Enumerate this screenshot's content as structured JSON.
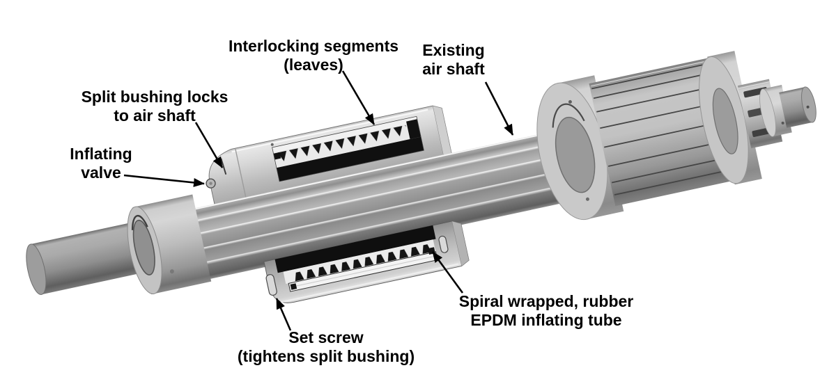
{
  "figure": {
    "background": "#ffffff",
    "text_color": "#000000",
    "labels": {
      "interlocking_segments": {
        "line1": "Interlocking segments",
        "line2": "(leaves)"
      },
      "existing_air_shaft": {
        "line1": "Existing",
        "line2": "air shaft"
      },
      "split_bushing": {
        "line1": "Split bushing locks",
        "line2": "to air shaft"
      },
      "inflating_valve": {
        "line1": "Inflating",
        "line2": "valve"
      },
      "set_screw": {
        "line1": "Set screw",
        "line2": "(tightens split bushing)"
      },
      "spiral_tube": {
        "line1": "Spiral wrapped, rubber",
        "line2": "EPDM inflating tube"
      }
    },
    "colors": {
      "metal_light": "#d8d8d8",
      "metal_mid": "#b0b0b0",
      "metal_dark": "#6e6e6e",
      "cutaway_black": "#101010",
      "highlight": "#f5f5f5",
      "arrow": "#000000"
    }
  }
}
